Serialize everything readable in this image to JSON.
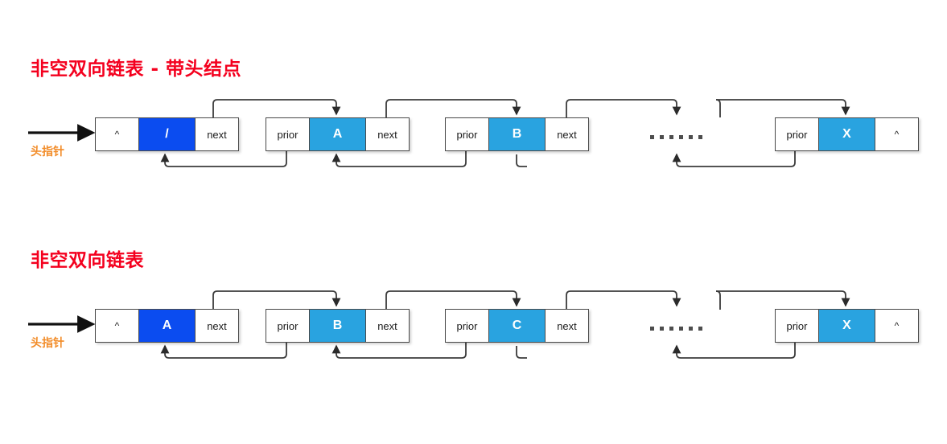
{
  "page": {
    "background": "#ffffff",
    "accent_title_color": "#f4001e",
    "head_label_color": "#f28c28",
    "data_dark_color": "#0b4cf0",
    "data_light_color": "#29a3e0",
    "node_border_color": "#4a4a4a"
  },
  "diagrams": [
    {
      "id": "with-head-node",
      "title": "非空双向链表 - 带头结点",
      "head_pointer_label": "头指针",
      "ellipsis": "......",
      "nodes": [
        {
          "prior": "^",
          "data": "/",
          "next": "next",
          "data_style": "dark"
        },
        {
          "prior": "prior",
          "data": "A",
          "next": "next",
          "data_style": "light"
        },
        {
          "prior": "prior",
          "data": "B",
          "next": "next",
          "data_style": "light"
        },
        {
          "prior": "prior",
          "data": "X",
          "next": "^",
          "data_style": "light"
        }
      ]
    },
    {
      "id": "without-head-node",
      "title": "非空双向链表",
      "head_pointer_label": "头指针",
      "ellipsis": "......",
      "nodes": [
        {
          "prior": "^",
          "data": "A",
          "next": "next",
          "data_style": "dark"
        },
        {
          "prior": "prior",
          "data": "B",
          "next": "next",
          "data_style": "light"
        },
        {
          "prior": "prior",
          "data": "C",
          "next": "next",
          "data_style": "light"
        },
        {
          "prior": "prior",
          "data": "X",
          "next": "^",
          "data_style": "light"
        }
      ]
    }
  ]
}
